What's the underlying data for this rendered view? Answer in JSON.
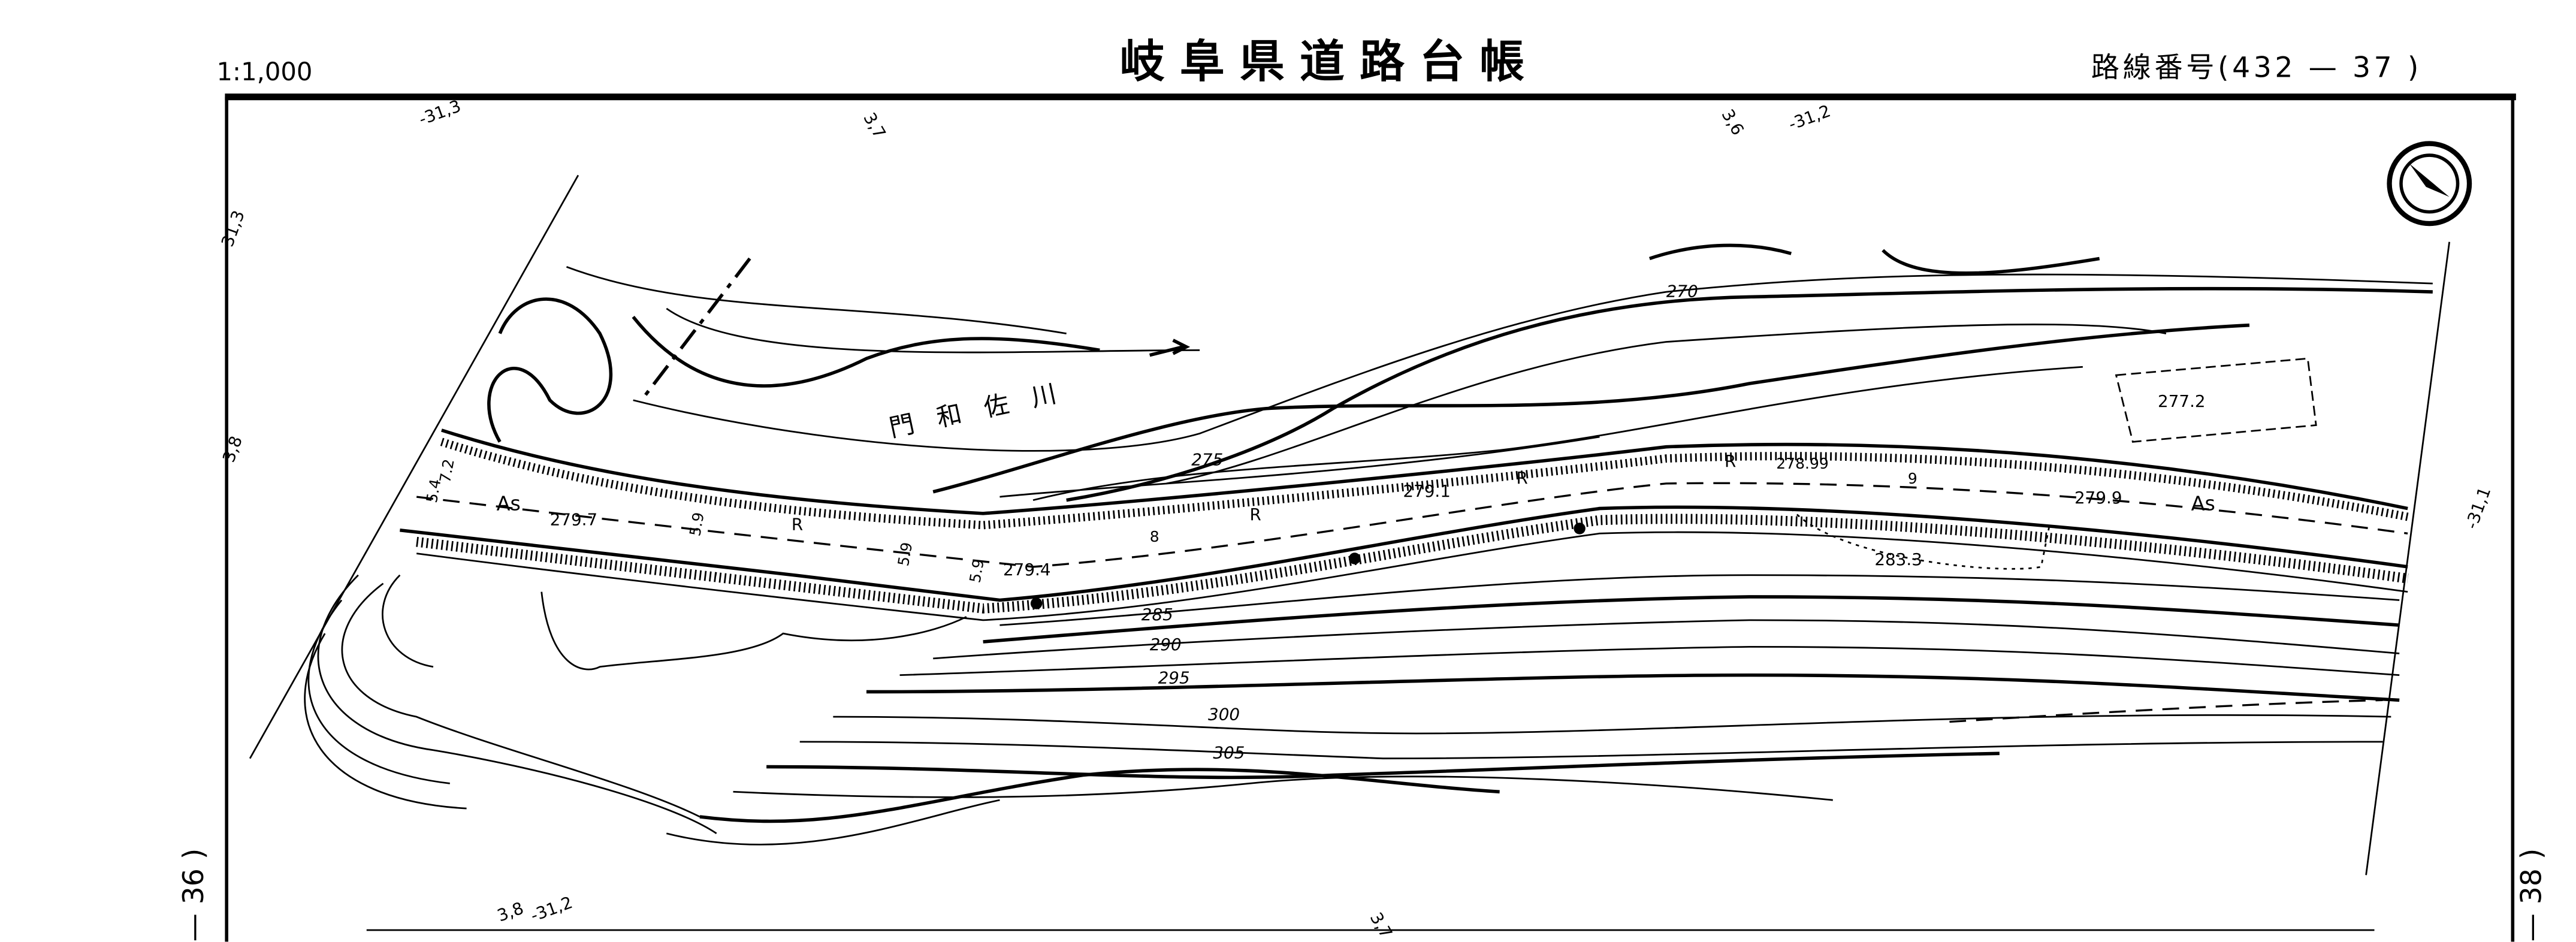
{
  "header": {
    "scale": "1:1,000",
    "title": "岐阜県道路台帳",
    "route_number": "路線番号(432 — 37 )"
  },
  "sheet_links": {
    "left": "— 36 )",
    "right": "— 38 )"
  },
  "map": {
    "river_name": "門和佐川",
    "surface_labels": [
      "As",
      "As"
    ],
    "contour_labels": [
      "270",
      "275",
      "285",
      "290",
      "295",
      "300",
      "305"
    ],
    "spot_heights": [
      "279.7",
      "279.4",
      "279.1",
      "278.99",
      "279.9",
      "283.3",
      "277.2"
    ],
    "width_labels": [
      "7.2",
      "5.4",
      "5.9",
      "5.9",
      "5.9",
      "8",
      "9"
    ],
    "curve_labels": [
      "R",
      "R",
      "R",
      "R"
    ],
    "grid_refs": {
      "top_1": "-31,3",
      "top_2": "3,7",
      "top_3": "3,6",
      "top_4": "-31,2",
      "left_1": "-31,3",
      "left_2": "3,8",
      "right_1": "-31,1",
      "bottom_1": "3,8",
      "bottom_2": "-31,2",
      "bottom_3": "3,7"
    }
  }
}
